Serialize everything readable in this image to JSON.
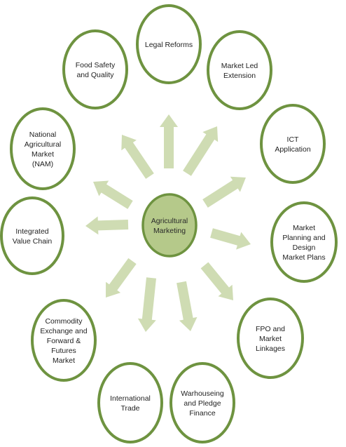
{
  "colors": {
    "ring_stroke": "#6e9340",
    "center_fill": "#b5c98a",
    "center_stroke": "#6e9340",
    "arrow_fill": "#cfdcb3",
    "text": "#1f1f1f"
  },
  "center": {
    "lines": [
      "Agricultural",
      "Marketing"
    ]
  },
  "nodes": [
    {
      "id": "legal-reforms",
      "lines": [
        "Legal Reforms"
      ]
    },
    {
      "id": "market-led-extension",
      "lines": [
        "Market Led",
        "Extension"
      ]
    },
    {
      "id": "ict-application",
      "lines": [
        "ICT",
        "Application"
      ]
    },
    {
      "id": "market-planning",
      "lines": [
        "Market",
        "Planning and",
        "Design",
        "Market Plans"
      ]
    },
    {
      "id": "fpo-market-linkages",
      "lines": [
        "FPO and",
        "Market",
        "Linkages"
      ]
    },
    {
      "id": "warehousing-pledge-finance",
      "lines": [
        "Warhouseing",
        "and Pledge",
        "Finance"
      ]
    },
    {
      "id": "international-trade",
      "lines": [
        "International",
        "Trade"
      ]
    },
    {
      "id": "commodity-exchange",
      "lines": [
        "Commodity",
        "Exchange and",
        "Forward &",
        "Futures",
        "Market"
      ]
    },
    {
      "id": "integrated-value-chain",
      "lines": [
        "Integrated",
        "Value Chain"
      ]
    },
    {
      "id": "national-agricultural-market",
      "lines": [
        "National",
        "Agricultural",
        "Market",
        "(NAM)"
      ]
    },
    {
      "id": "food-safety-quality",
      "lines": [
        "Food Safety",
        "and Quality"
      ]
    }
  ]
}
